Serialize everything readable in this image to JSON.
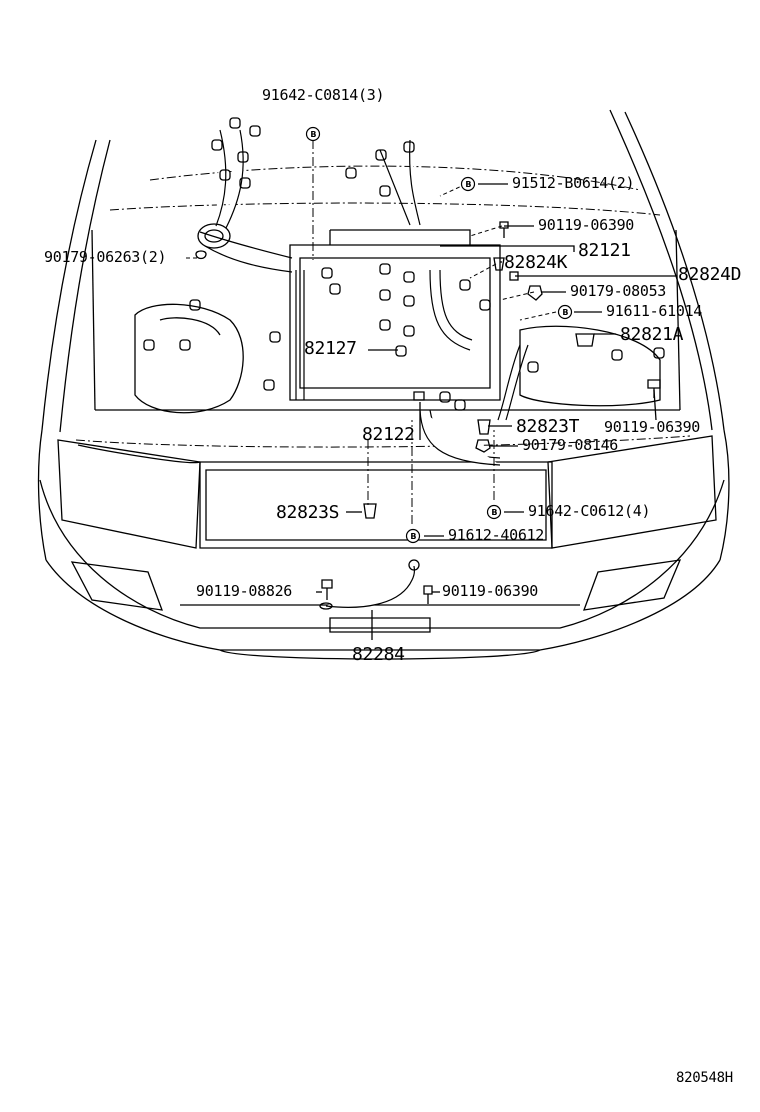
{
  "callouts": [
    {
      "id": "91642-c0814",
      "text": "91642-C0814(3)"
    },
    {
      "id": "91512-b0614",
      "text": "91512-B0614(2)"
    },
    {
      "id": "90119-06390-a",
      "text": "90119-06390"
    },
    {
      "id": "90179-06263",
      "text": "90179-06263(2)"
    },
    {
      "id": "82121",
      "text": "82121"
    },
    {
      "id": "82824k",
      "text": "82824K"
    },
    {
      "id": "82824d",
      "text": "82824D"
    },
    {
      "id": "90179-08053",
      "text": "90179-08053"
    },
    {
      "id": "91611-61014",
      "text": "91611-61014"
    },
    {
      "id": "82821a",
      "text": "82821A"
    },
    {
      "id": "82127",
      "text": "82127"
    },
    {
      "id": "82823t",
      "text": "82823T"
    },
    {
      "id": "90119-06390-b",
      "text": "90119-06390"
    },
    {
      "id": "82122",
      "text": "82122"
    },
    {
      "id": "90179-08146",
      "text": "90179-08146"
    },
    {
      "id": "82823s",
      "text": "82823S"
    },
    {
      "id": "91642-c0612",
      "text": "91642-C0612(4)"
    },
    {
      "id": "91612-40612",
      "text": "91612-40612"
    },
    {
      "id": "90119-08826",
      "text": "90119-08826"
    },
    {
      "id": "90119-06390-c",
      "text": "90119-06390"
    },
    {
      "id": "82284",
      "text": "82284"
    }
  ],
  "badge_letter": "B",
  "drawing_number": "820548H"
}
